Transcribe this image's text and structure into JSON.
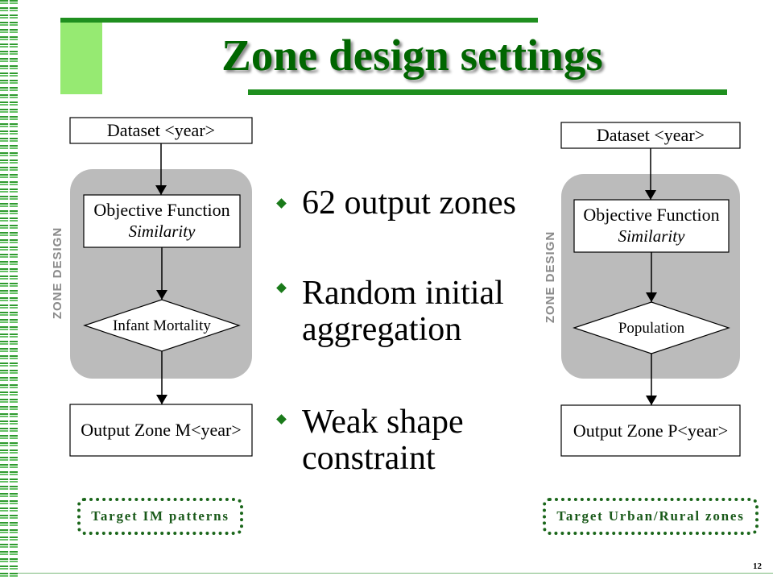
{
  "slide": {
    "title": "Zone design settings",
    "page_number": "12"
  },
  "bullets": [
    "62 output zones",
    "Random initial aggregation",
    "Weak shape constraint"
  ],
  "flowcharts": {
    "left": {
      "group_label": "ZONE DESIGN",
      "input": "Dataset <year>",
      "objective_title": "Objective Function",
      "objective_subtitle": "Similarity",
      "decision": "Infant Mortality",
      "output": "Output Zone M<year>",
      "target": "Target IM patterns"
    },
    "right": {
      "group_label": "ZONE DESIGN",
      "input": "Dataset <year>",
      "objective_title": "Objective Function",
      "objective_subtitle": "Similarity",
      "decision": "Population",
      "output": "Output Zone P<year>",
      "target": "Target Urban/Rural zones"
    }
  },
  "colors": {
    "title": "#006600",
    "accent_bar": "#1f8f1f",
    "accent_square": "#96ea72",
    "group_panel": "#bbbbbb",
    "target_border": "#1a661a"
  }
}
